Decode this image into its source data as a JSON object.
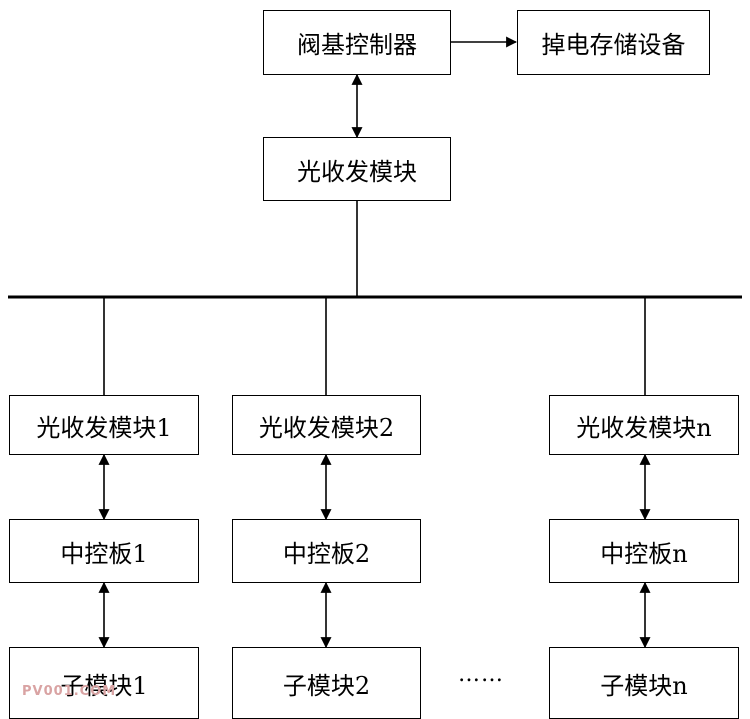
{
  "top": {
    "valve_controller": "阀基控制器",
    "storage": "掉电存储设备",
    "transceiver": "光收发模块"
  },
  "columns": [
    {
      "transceiver": "光收发模块1",
      "control_board": "中控板1",
      "submodule": "子模块1"
    },
    {
      "transceiver": "光收发模块2",
      "control_board": "中控板2",
      "submodule": "子模块2"
    },
    {
      "transceiver": "光收发模块n",
      "control_board": "中控板n",
      "submodule": "子模块n"
    }
  ],
  "ellipsis": "……",
  "watermark": "PV001.COM"
}
